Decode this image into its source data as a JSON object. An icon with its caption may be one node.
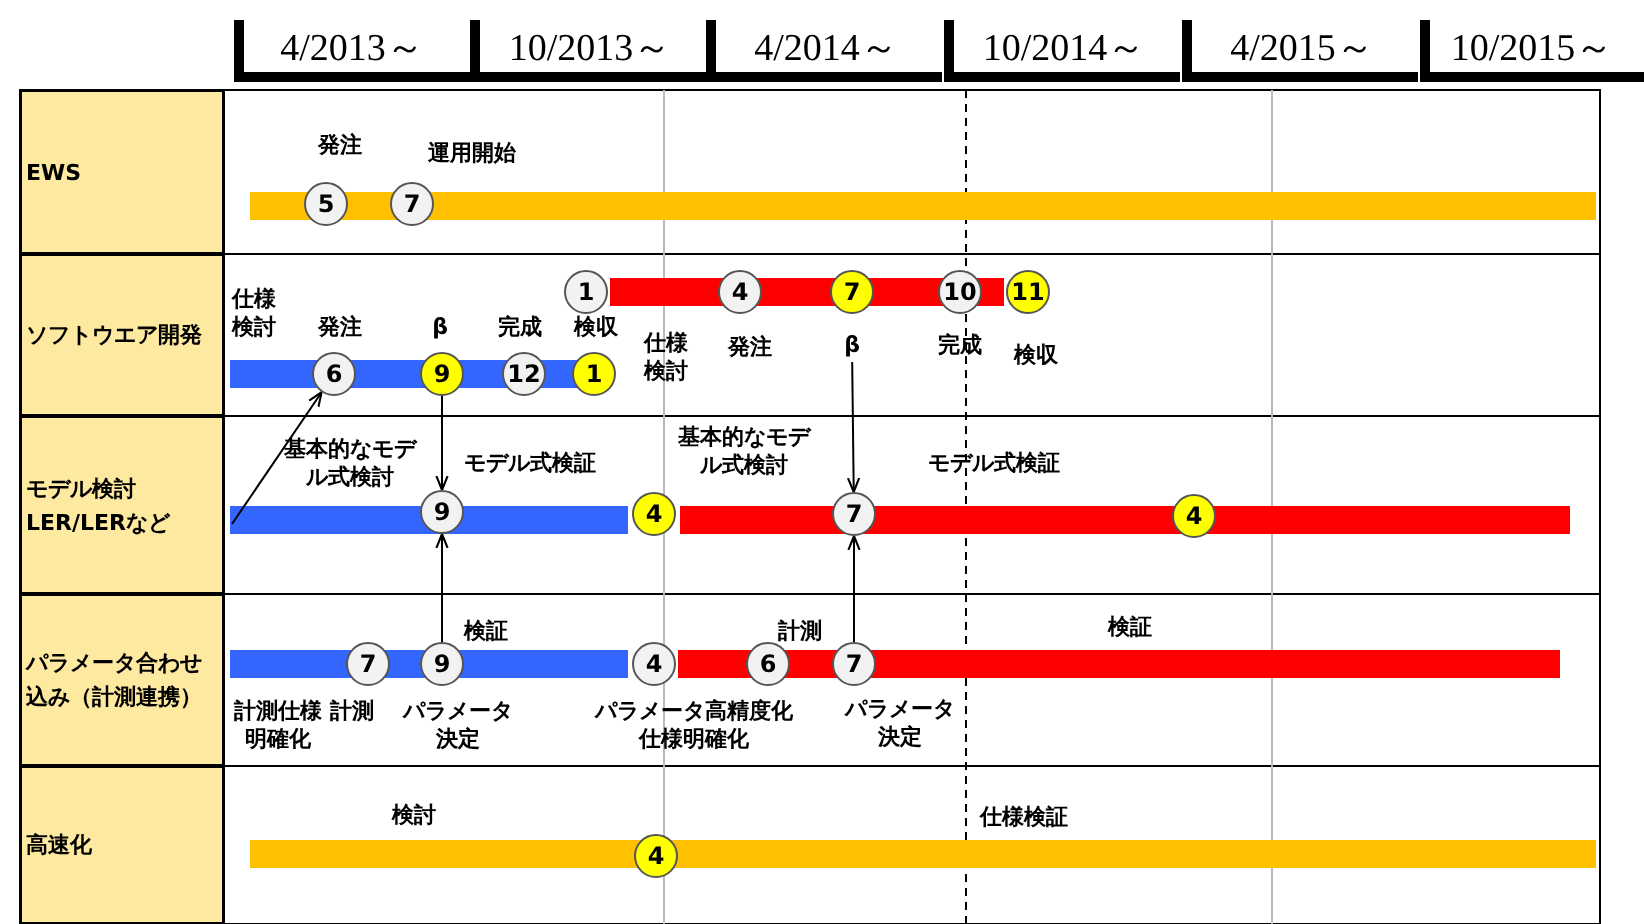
{
  "diagram": {
    "nodes": [
      {
        "text": [
          "EWS"
        ]
      },
      {
        "text": [
          "5"
        ]
      },
      {
        "text": [
          "7"
        ]
      },
      {
        "text": [
          "ソフトウエア開発"
        ]
      },
      {
        "text": [
          "1"
        ]
      },
      {
        "text": [
          "4"
        ]
      },
      {
        "text": [
          "7"
        ]
      },
      {
        "text": [
          "10"
        ]
      },
      {
        "text": [
          "11"
        ]
      },
      {
        "text": [
          "6"
        ]
      },
      {
        "text": [
          "9"
        ]
      },
      {
        "text": [
          "12"
        ]
      },
      {
        "text": [
          "1"
        ]
      },
      {
        "text": [
          "β"
        ]
      },
      {
        "text": [
          "モデル検討 LER/LERなど"
        ]
      },
      {
        "text": [
          "9"
        ]
      },
      {
        "text": [
          "4"
        ]
      },
      {
        "text": [
          "7"
        ]
      },
      {
        "text": [
          "4"
        ]
      },
      {
        "text": [
          "パラメータ合わせ込み（計測連携）"
        ]
      },
      {
        "text": [
          "7"
        ]
      },
      {
        "text": [
          "9"
        ]
      },
      {
        "text": [
          "4"
        ]
      },
      {
        "text": [
          "6"
        ]
      },
      {
        "text": [
          "7"
        ]
      },
      {
        "text": [
          "高速化"
        ]
      },
      {
        "text": [
          "4"
        ]
      },
      {
        "text": [],
        "shape": "bar"
      },
      {
        "text": [],
        "shape": "bar"
      },
      {
        "text": [],
        "shape": "bar"
      },
      {
        "text": [],
        "shape": "bar"
      },
      {
        "text": [],
        "shape": "bar"
      },
      {
        "text": [],
        "shape": "bar"
      },
      {
        "text": [],
        "shape": "bar"
      },
      {
        "text": [],
        "shape": "bar"
      }
    ],
    "edges": [
      {
        "from": 10,
        "to": 15,
        "arrow": "to"
      },
      {
        "from": 21,
        "to": 15,
        "arrow": "to"
      },
      {
        "from": 13,
        "to": 17,
        "arrow": "to"
      },
      {
        "from": 24,
        "to": 17,
        "arrow": "to"
      },
      {
        "from": 30,
        "to": 9,
        "arrow": "to"
      }
    ],
    "labels": [
      "4/2013～",
      "10/2013～",
      "4/2014～",
      "10/2014～",
      "4/2015～",
      "10/2015～",
      "発注",
      "運用開始",
      "仕様検討",
      "発注",
      "β",
      "完成",
      "検収",
      "仕様検討",
      "発注",
      "完成",
      "検収",
      "基本的なモデル式検討",
      "モデル式検証",
      "基本的なモデル式検討",
      "モデル式検証",
      "検証",
      "計測",
      "検証",
      "計測仕様明確化",
      "計測",
      "パラメータ決定",
      "パラメータ高精度化仕様明確化",
      "パラメータ決定",
      "検討",
      "仕様検証"
    ]
  }
}
